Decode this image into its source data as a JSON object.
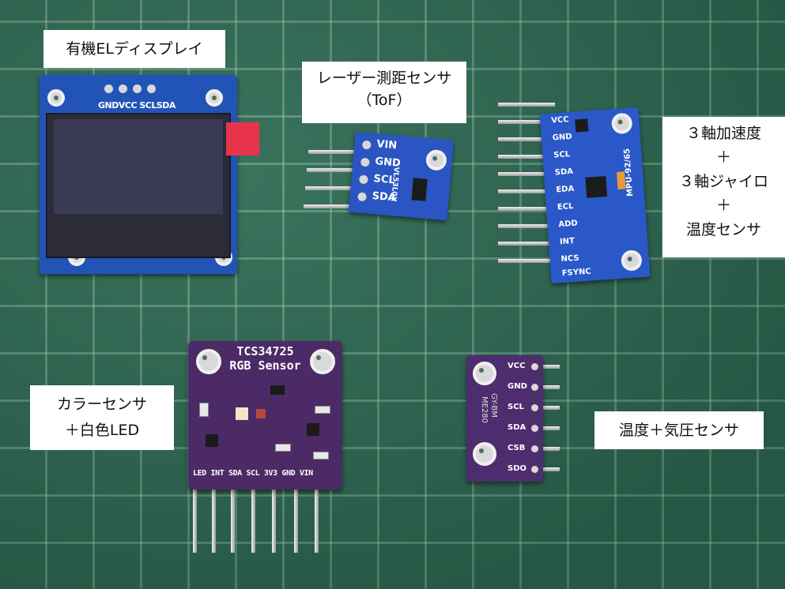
{
  "labels": {
    "oled": "有機ELディスプレイ",
    "tof_line1": "レーザー測距センサ",
    "tof_line2": "（ToF）",
    "mpu_line1": "３軸加速度",
    "mpu_line2": "＋",
    "mpu_line3": "３軸ジャイロ",
    "mpu_line4": "＋",
    "mpu_line5": "温度センサ",
    "color_line1": "カラーセンサ",
    "color_line2": "＋白色LED",
    "bme": "温度＋気圧センサ"
  },
  "boards": {
    "oled": {
      "pins": "GNDVCC SCLSDA"
    },
    "tof": {
      "pins": [
        "VIN",
        "GND",
        "SCL",
        "SDA"
      ],
      "chip": "VL53L0X"
    },
    "mpu": {
      "pins": [
        "VCC",
        "GND",
        "SCL",
        "SDA",
        "EDA",
        "ECL",
        "ADD",
        "INT",
        "NCS",
        "FSYNC"
      ],
      "chip": "MPU-92/65"
    },
    "tcs": {
      "title1": "TCS34725",
      "title2": "RGB Sensor",
      "pins": "LED INT SDA SCL 3V3 GND VIN"
    },
    "bme": {
      "pins": [
        "VCC",
        "GND",
        "SCL",
        "SDA",
        "CSB",
        "SDO"
      ],
      "chip1": "GY-BM",
      "chip2": "ME280"
    }
  },
  "colors": {
    "mat": "#2e6a53",
    "board_blue": "#2a55c2",
    "board_purple": "#4b2a66",
    "label_bg": "#ffffff"
  }
}
